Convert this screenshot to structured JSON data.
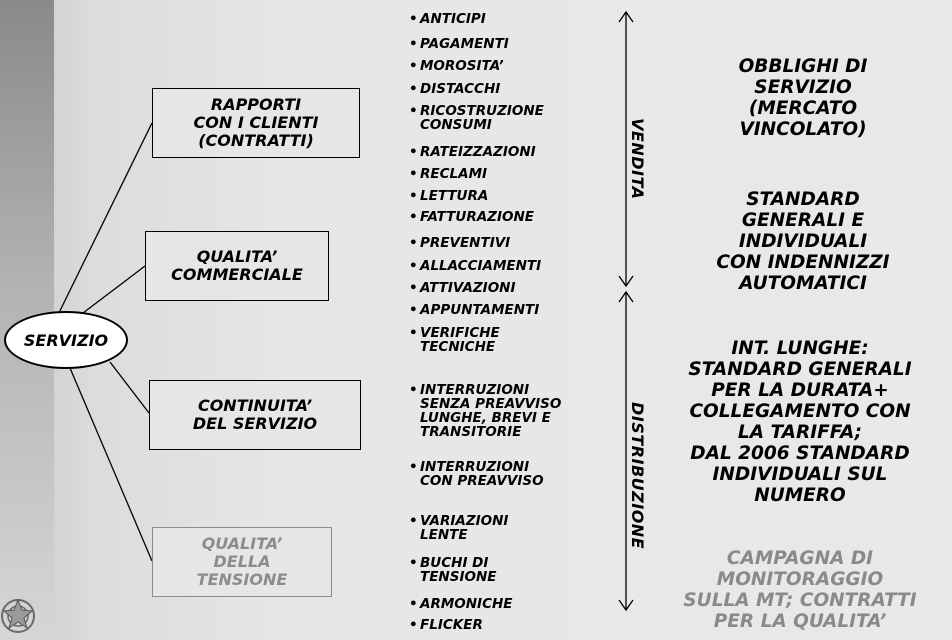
{
  "root": {
    "label": "SERVIZIO"
  },
  "categories": [
    {
      "label": "RAPPORTI\nCON I CLIENTI\n(CONTRATTI)",
      "style": "black"
    },
    {
      "label": "QUALITA’\nCOMMERCIALE",
      "style": "black"
    },
    {
      "label": "CONTINUITA’\nDEL SERVIZIO",
      "style": "black"
    },
    {
      "label": "QUALITA’\nDELLA\nTENSIONE",
      "style": "grey"
    }
  ],
  "items": [
    "ANTICIPI",
    "PAGAMENTI",
    "MOROSITA’",
    "DISTACCHI",
    "RICOSTRUZIONE\nCONSUMI",
    "RATEIZZAZIONI",
    "RECLAMI",
    "LETTURA",
    "FATTURAZIONE",
    "PREVENTIVI",
    "ALLACCIAMENTI",
    "ATTIVAZIONI",
    "APPUNTAMENTI",
    "VERIFICHE\nTECNICHE",
    "INTERRUZIONI\nSENZA PREAVVISO\nLUNGHE, BREVI E\nTRANSITORIE",
    "INTERRUZIONI\nCON PREAVVISO",
    "VARIAZIONI\nLENTE",
    "BUCHI DI\nTENSIONE",
    "ARMONICHE",
    "FLICKER"
  ],
  "phases": {
    "vendita": "VENDITA",
    "distribuzione": "DISTRIBUZIONE"
  },
  "right": [
    {
      "text": "OBBLIGHI DI\nSERVIZIO\n(MERCATO\nVINCOLATO)",
      "style": "black"
    },
    {
      "text": "STANDARD\nGENERALI E\nINDIVIDUALI\nCON INDENNIZZI\nAUTOMATICI",
      "style": "black"
    },
    {
      "text": "INT. LUNGHE:\nSTANDARD GENERALI\nPER LA DURATA+\nCOLLEGAMENTO CON\nLA TARIFFA;\nDAL 2006 STANDARD\nINDIVIDUALI SUL\nNUMERO",
      "style": "black"
    },
    {
      "text": "CAMPAGNA DI\nMONITORAGGIO\nSULLA MT; CONTRATTI\nPER LA QUALITA’",
      "style": "grey"
    }
  ],
  "colors": {
    "grey_text": "#8c8c8c",
    "emblem": "#6a6a6a"
  }
}
